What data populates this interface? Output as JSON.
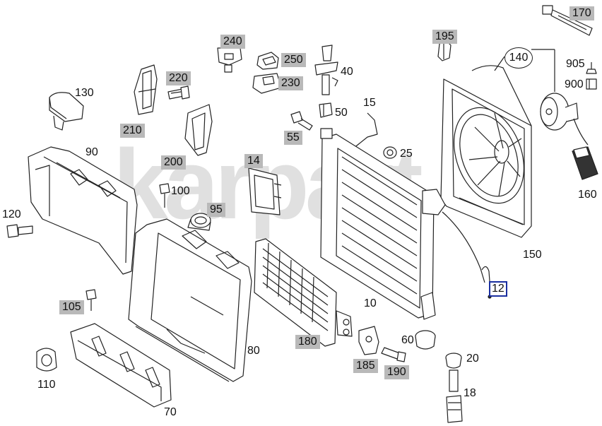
{
  "diagram": {
    "watermark": "karpart",
    "callouts": {
      "c170": "170",
      "c195": "195",
      "c905": "905",
      "c900": "900",
      "c140": "140",
      "c240": "240",
      "c250": "250",
      "c230": "230",
      "c40": "40",
      "c220": "220",
      "c130": "130",
      "c50": "50",
      "c15": "15",
      "c55": "55",
      "c210": "210",
      "c25": "25",
      "c90": "90",
      "c200": "200",
      "c14": "14",
      "c160": "160",
      "c100": "100",
      "c95": "95",
      "c120": "120",
      "c150": "150",
      "c12": "12",
      "c105": "105",
      "c10": "10",
      "c60": "60",
      "c180": "180",
      "c80": "80",
      "c20": "20",
      "c185": "185",
      "c190": "190",
      "c110": "110",
      "c18": "18",
      "c70": "70"
    }
  }
}
